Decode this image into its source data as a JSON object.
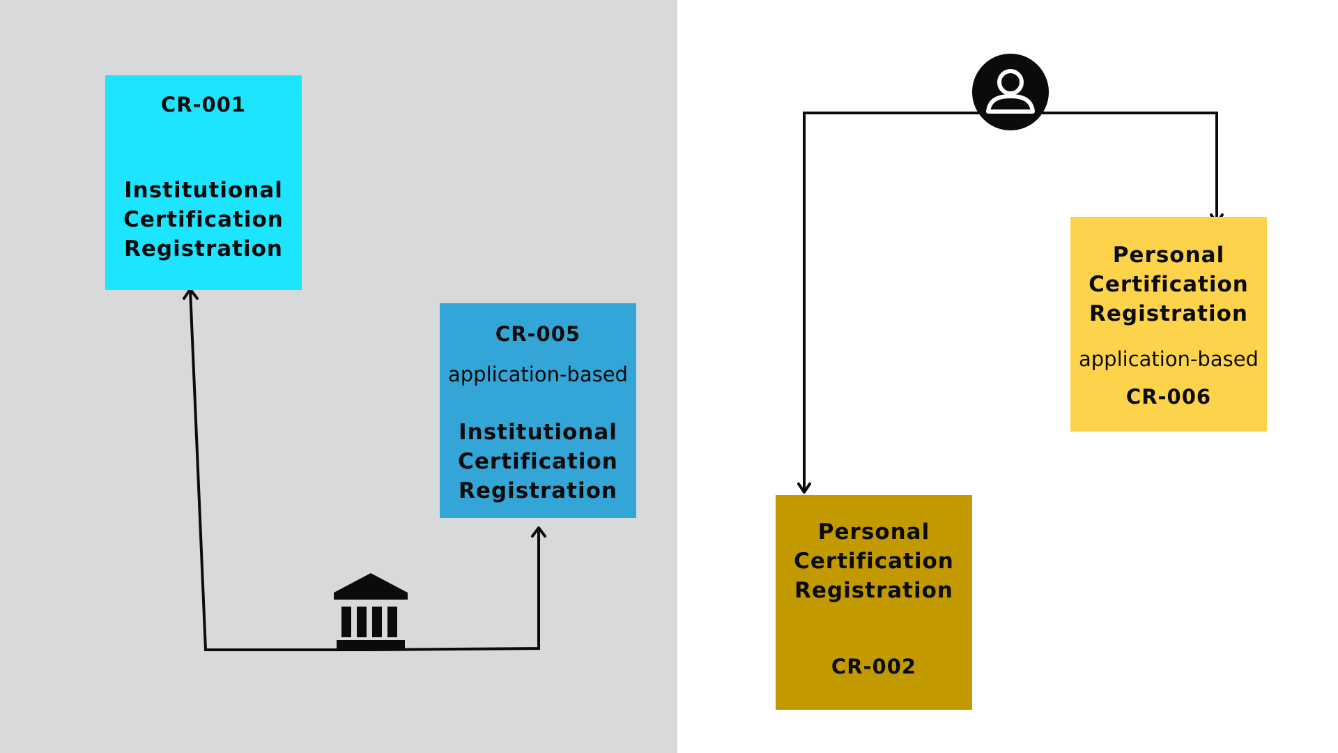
{
  "colors": {
    "left_panel_bg": "#d7d9db",
    "right_panel_bg": "#ffffff",
    "cr001_fill": "#1ee5ff",
    "cr005_fill": "#33a5d6",
    "cr006_fill": "#fdd34b",
    "cr002_fill": "#c29a00",
    "connector": "#0b0b0b"
  },
  "icons": {
    "institution": "bank-building-icon",
    "person": "user-circle-icon"
  },
  "institutional_side": {
    "cr001": {
      "code": "CR-001",
      "title_lines": [
        "Institutional",
        "Certification",
        "Registration"
      ]
    },
    "cr005": {
      "code": "CR-005",
      "subtitle": "application-based",
      "title_lines": [
        "Institutional",
        "Certification",
        "Registration"
      ]
    }
  },
  "personal_side": {
    "cr006": {
      "title_lines": [
        "Personal",
        "Certification",
        "Registration"
      ],
      "subtitle": "application-based",
      "code": "CR-006"
    },
    "cr002": {
      "title_lines": [
        "Personal",
        "Certification",
        "Registration"
      ],
      "code": "CR-002"
    }
  }
}
